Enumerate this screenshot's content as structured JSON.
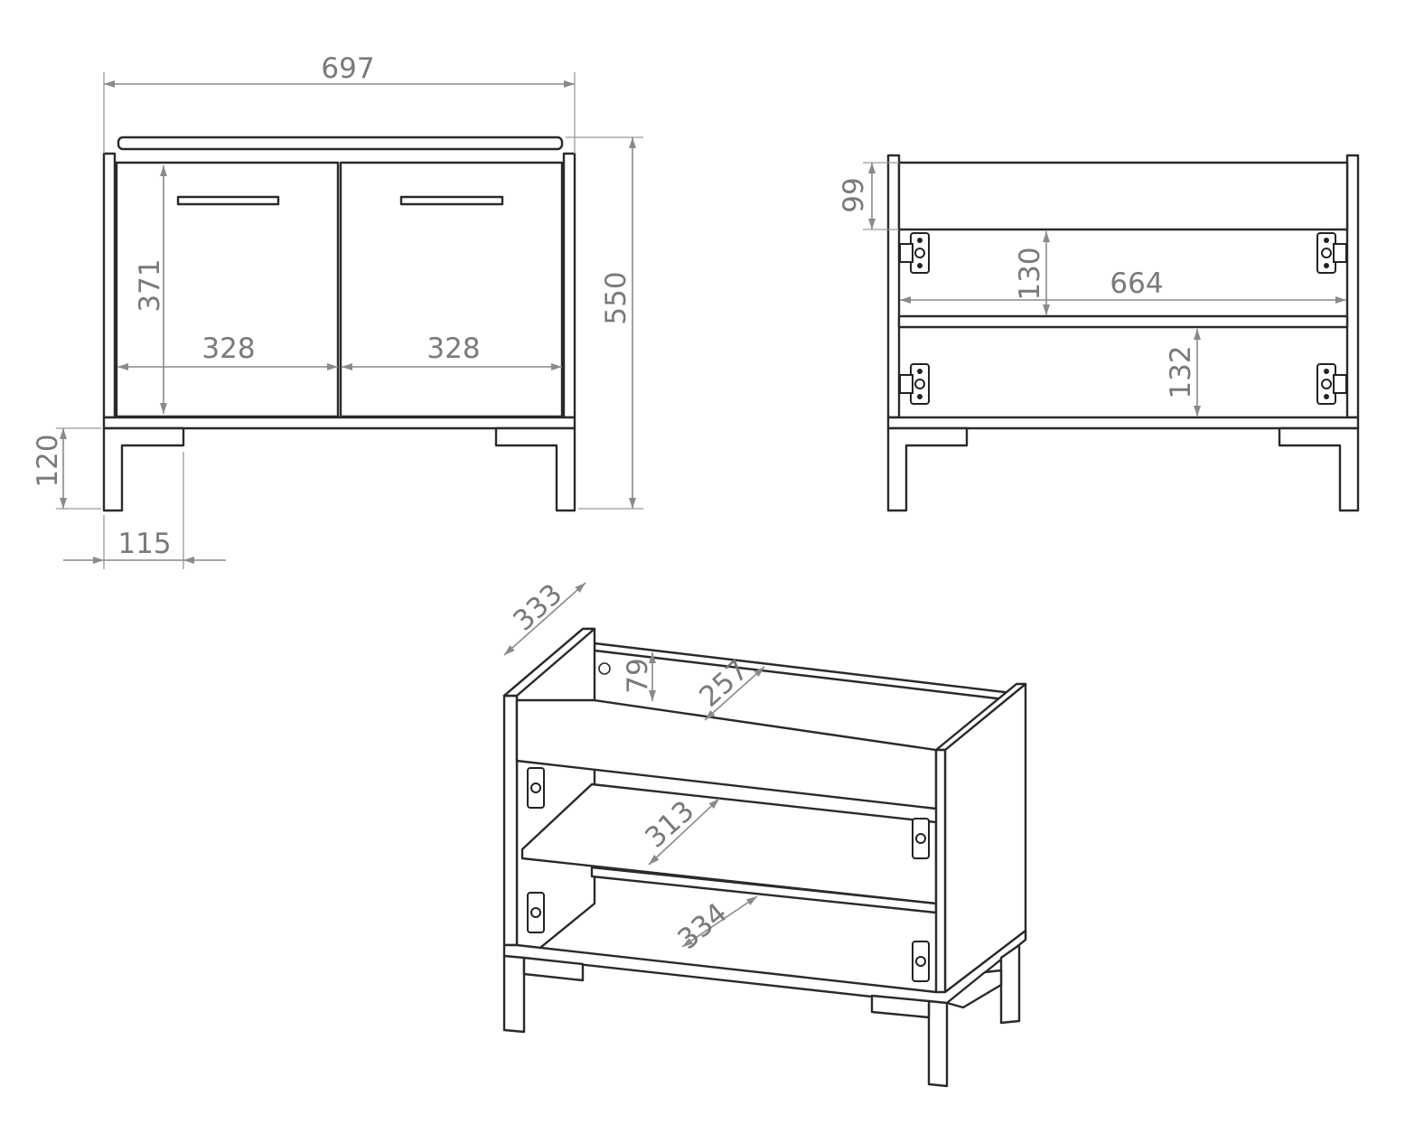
{
  "front_view": {
    "overall_width": "697",
    "overall_height": "550",
    "door_height": "371",
    "door_width_left": "328",
    "door_width_right": "328",
    "leg_height": "120",
    "leg_width": "115"
  },
  "back_view": {
    "top_rail_height": "99",
    "upper_opening_height": "130",
    "inner_width": "664",
    "lower_opening_height": "132"
  },
  "iso_view": {
    "depth": "333",
    "rail_height": "79",
    "top_rail_depth": "257",
    "shelf_depth": "313",
    "bottom_depth": "334"
  },
  "colors": {
    "line": "#2a2a2a",
    "dimension": "#8a8a8a"
  }
}
